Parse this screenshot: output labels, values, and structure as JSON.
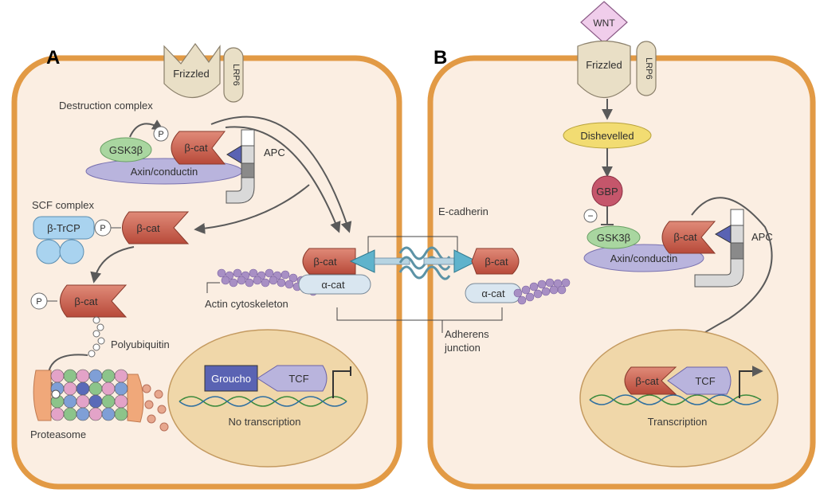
{
  "panels": {
    "a": "A",
    "b": "B"
  },
  "left": {
    "frizzled": "Frizzled",
    "lrp6": "LRP6",
    "destruction_complex": "Destruction complex",
    "p": "P",
    "gsk3b": "GSK3β",
    "bcat": "β-cat",
    "apc": "APC",
    "axin": "Axin/conductin",
    "scf_complex": "SCF complex",
    "btrcp": "β-TrCP",
    "polyubiquitin": "Polyubiquitin",
    "proteasome": "Proteasome",
    "groucho": "Groucho",
    "tcf": "TCF",
    "no_transcription": "No transcription"
  },
  "middle": {
    "e_cadherin": "E-cadherin",
    "bcat": "β-cat",
    "acat": "α-cat",
    "actin": "Actin cytoskeleton",
    "adherens_line1": "Adherens",
    "adherens_line2": "junction"
  },
  "right": {
    "wnt": "WNT",
    "frizzled": "Frizzled",
    "lrp6": "LRP6",
    "dishevelled": "Dishevelled",
    "gbp": "GBP",
    "minus": "−",
    "gsk3b": "GSK3β",
    "bcat": "β-cat",
    "apc": "APC",
    "axin": "Axin/conductin",
    "tcf": "TCF",
    "transcription": "Transcription"
  },
  "colors": {
    "membrane": "#e8a04a",
    "cytoplasm": "#fbeee2",
    "nucleus": "#f0d7a9",
    "bcat": "#c95a48",
    "gsk": "#a9d6a0",
    "axin": "#b9b4dd",
    "apc_blue": "#5a63b3",
    "btrcp": "#a9d3ef",
    "dishevelled": "#f2dc72",
    "gbp": "#c5566b",
    "actin": "#a88fc4",
    "acat": "#d9e6f0",
    "cadherin": "#5fb3cc",
    "frizzled": "#e6dcc4"
  }
}
